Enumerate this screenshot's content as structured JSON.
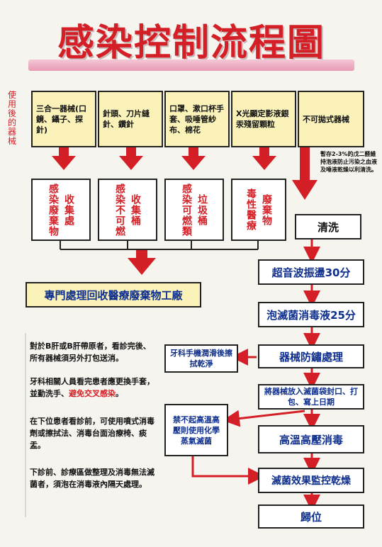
{
  "title": "感染控制流程圖",
  "side_label": "使用後的器械",
  "categories": [
    {
      "label": "三合一器械(口鏡、鑷子、探針)"
    },
    {
      "label": "針頭、刀片縫針、鑽針"
    },
    {
      "label": "口罩、漱口杯手套、吸唾管紗布、棉花"
    },
    {
      "label": "X光顯定影液銀 汞殘留顆粒"
    },
    {
      "label": "不可拋式器械"
    }
  ],
  "bins": [
    {
      "col1": "感染廢棄物",
      "col2": "收集處"
    },
    {
      "col1": "感染不可燃",
      "col2": "收集桶"
    },
    {
      "col1": "感染可燃類",
      "col2": "垃圾桶"
    },
    {
      "col1": "毒性醫療",
      "col2": "廢棄物"
    }
  ],
  "plant": "專門處理回收醫療廢棄物工廠",
  "pretreat_note": "暫存2-3%的戊二醛維持泡液防止污染之血液及唾液乾燥以利清洗。",
  "steps": [
    "清洗",
    "超音波振盪30分",
    "泡滅菌消毒液25分",
    "器械防鏽處理",
    "將器械放入滅菌袋封口、打包、寫上日期",
    "高溫高壓消毒",
    "滅菌效果監控乾燥",
    "歸位"
  ],
  "handpiece_box": "牙科手機潤滑後擦拭乾淨",
  "no_autoclave_box": "禁不起高溫高壓則使用化學蒸氣滅菌",
  "notes": {
    "n1": "對於B肝或B肝帶原者，看診完後、所有器械須另外打包送消。",
    "n2a": "牙科相關人員看完患者應更換手套，並勤洗手、",
    "n2b": "避免交叉感染",
    "n2c": "。",
    "n3": "在下位患者看診前，可使用噴式消毒劑或擦拭法、消毒台面治療椅、痰盂。",
    "n4": "下診前、診療區做整理及消毒無法滅菌者，須泡在消毒液內隔天處理。"
  },
  "colors": {
    "red": "#d51f26",
    "blue": "#0e2f8d",
    "yellow": "#faf2b8"
  }
}
